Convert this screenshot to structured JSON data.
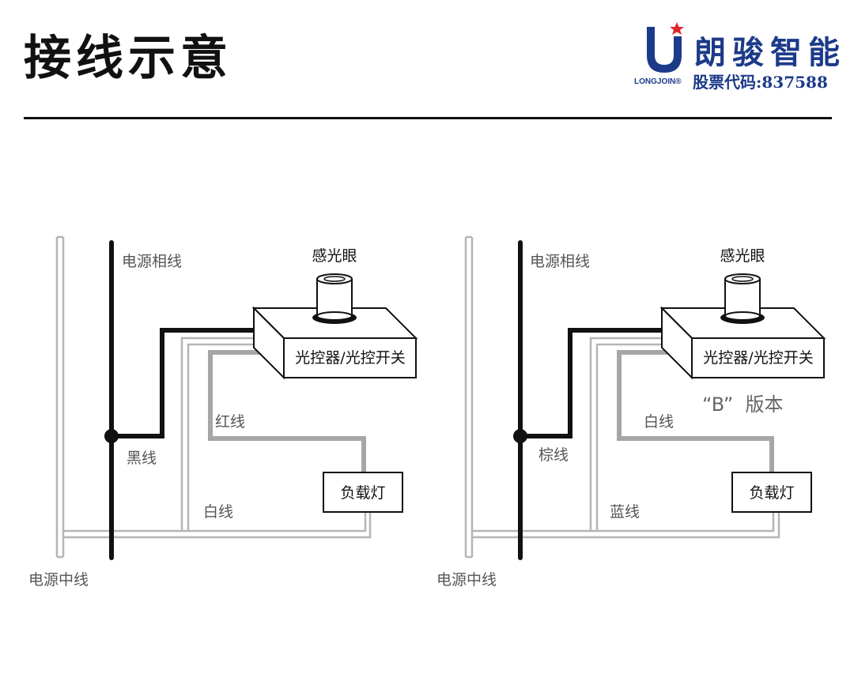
{
  "page": {
    "title": "接线示意"
  },
  "logo": {
    "brand_cn": "朗骏智能",
    "brand_en": "LONGJOIN®",
    "stock_code": "股票代码:837588"
  },
  "colors": {
    "black_wire": "#111111",
    "gray_wire": "#a6a6a6",
    "thin_wire": "#b5b5b5",
    "logo_blue": "#1d3a8a",
    "logo_star": "#e0262a"
  },
  "left_diagram": {
    "phase_label": "电源相线",
    "neutral_label": "电源中线",
    "sensor_label": "感光眼",
    "controller_label": "光控器/光控开关",
    "wire_black_label": "黑线",
    "wire_red_label": "红线",
    "wire_white_label": "白线",
    "load_label": "负载灯"
  },
  "right_diagram": {
    "phase_label": "电源相线",
    "neutral_label": "电源中线",
    "sensor_label": "感光眼",
    "controller_label": "光控器/光控开关",
    "version_label": "“B”  版本",
    "wire_brown_label": "棕线",
    "wire_white_label": "白线",
    "wire_blue_label": "蓝线",
    "load_label": "负载灯"
  }
}
